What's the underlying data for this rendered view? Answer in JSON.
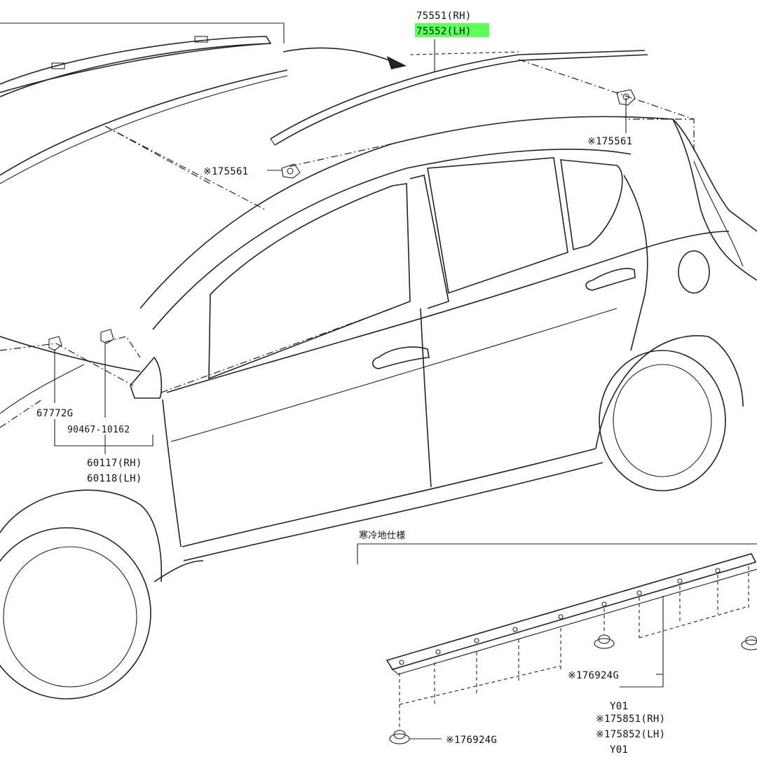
{
  "highlight_color": "#5cff5c",
  "labels": {
    "roof_rh": "75551(RH)",
    "roof_lh": "75552(LH)",
    "clip_rear": "※175561",
    "clip_front": "※175561",
    "clip_67772": "67772G",
    "screw": "90467-10162",
    "mirror_rh": "60117(RH)",
    "mirror_lh": "60118(LH)",
    "cold_spec": "寒冷地仕様",
    "clip_76924_upper": "※176924G",
    "clip_76924_lower": "※176924G",
    "y01_a": "Y01",
    "rocker_rh": "※175851(RH)",
    "rocker_lh": "※175852(LH)",
    "y01_b": "Y01"
  }
}
